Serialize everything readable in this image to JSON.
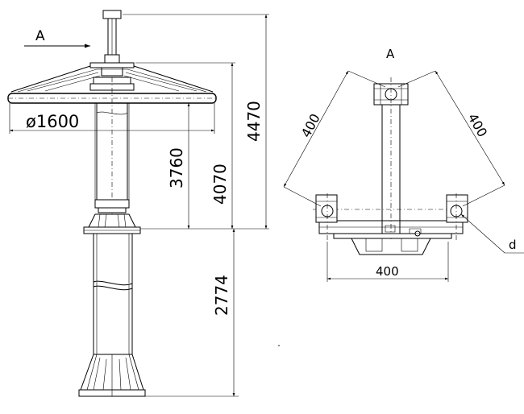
{
  "view_marker": "A",
  "dimensions": {
    "diameter": "ø1600",
    "height_3760": "3760",
    "height_4070": "4070",
    "height_4470": "4470",
    "height_2774": "2774",
    "arm_left": "400",
    "arm_right": "400",
    "base_width": "400",
    "detail_d": "d"
  }
}
